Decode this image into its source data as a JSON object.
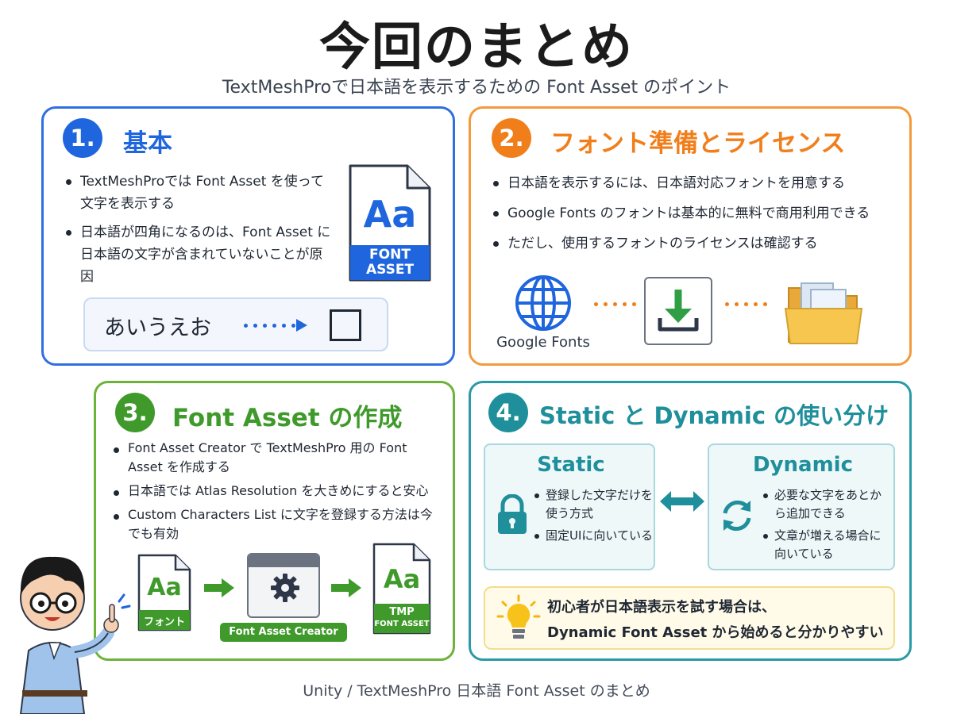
{
  "title": "今回のまとめ",
  "subtitle": "TextMeshProで日本語を表示するための Font Asset のポイント",
  "footer": "Unity / TextMeshPro 日本語 Font Asset のまとめ",
  "colors": {
    "blue": "#2f6fe0",
    "orange": "#f39a3c",
    "green": "#6cb33a",
    "teal": "#2a9aa6"
  },
  "card1": {
    "number": "1.",
    "heading": "基本",
    "bullets": [
      "TextMeshProでは Font Asset を使って文字を表示する",
      "日本語が四角になるのは、Font Asset に日本語の文字が含まれていないことが原因"
    ],
    "font_icon": {
      "glyph": "Aa",
      "tag_line1": "FONT",
      "tag_line2": "ASSET"
    },
    "demo_text": "あいうえお",
    "demo_result_icon": "empty-square-icon"
  },
  "card2": {
    "number": "2.",
    "heading": "フォント準備とライセンス",
    "bullets": [
      "日本語を表示するには、日本語対応フォントを用意する",
      "Google Fonts のフォントは基本的に無料で商用利用できる",
      "ただし、使用するフォントのライセンスは確認する"
    ],
    "icons": [
      "globe-icon",
      "download-icon",
      "folder-icon"
    ],
    "globe_label": "Google Fonts"
  },
  "card3": {
    "number": "3.",
    "heading": "Font Asset の作成",
    "bullets": [
      "Font Asset Creator で TextMeshPro 用の Font Asset を作成する",
      "日本語では Atlas Resolution を大きめにすると安心",
      "Custom Characters List に文字を登録する方法は今でも有効"
    ],
    "flow": {
      "source_glyph": "Aa",
      "source_label": "フォント",
      "tool_label": "Font Asset Creator",
      "output_glyph": "Aa",
      "output_label_1": "TMP",
      "output_label_2": "FONT ASSET"
    }
  },
  "card4": {
    "number": "4.",
    "heading": "Static と Dynamic の使い分け",
    "static": {
      "title": "Static",
      "icon": "lock-icon",
      "bullets": [
        "登録した文字だけを使う方式",
        "固定UIに向いている"
      ]
    },
    "dynamic": {
      "title": "Dynamic",
      "icon": "refresh-icon",
      "bullets": [
        "必要な文字をあとから追加できる",
        "文章が増える場合に向いている"
      ]
    },
    "tip_icon": "lightbulb-icon",
    "tip_line1": "初心者が日本語表示を試す場合は、",
    "tip_line2": "Dynamic Font Asset から始めると分かりやすい"
  }
}
